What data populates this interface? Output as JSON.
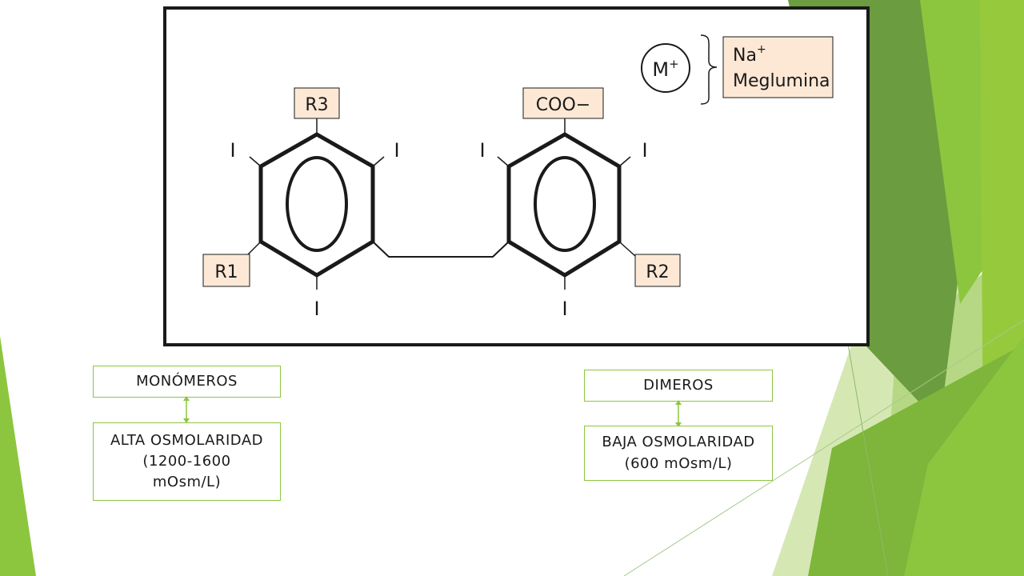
{
  "diagram": {
    "substituent_top_left": "R3",
    "substituent_top_right": "COO−",
    "substituent_left": "R1",
    "substituent_right": "R2",
    "iodine_label": "I",
    "counterion_symbol": "M",
    "counterion_charge": "+",
    "counterion_option_1": "Na",
    "counterion_option_1_charge": "+",
    "counterion_option_2": "Meglumina"
  },
  "boxes": {
    "monomeros": "MONÓMEROS",
    "alta_line1": "ALTA OSMOLARIDAD",
    "alta_line2": "(1200-1600",
    "alta_line3": "mOsm/L)",
    "dimeros": "DIMEROS",
    "baja_line1": "BAJA OSMOLARIDAD",
    "baja_line2": "(600 mOsm/L)"
  },
  "colors": {
    "accent_green": "#8cc63f",
    "box_fill": "#fde8d6"
  }
}
